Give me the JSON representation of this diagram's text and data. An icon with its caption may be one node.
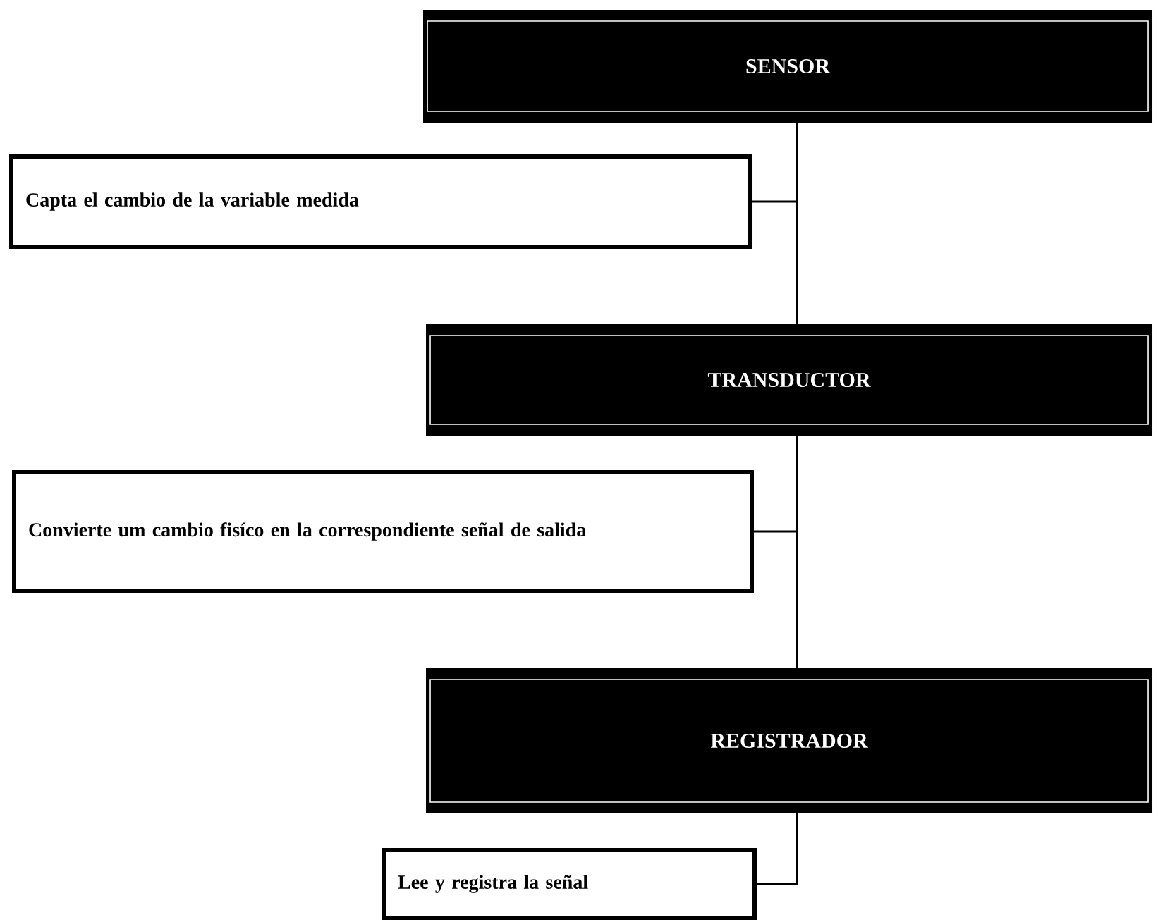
{
  "diagram": {
    "nodes": [
      {
        "text": [
          "SENSOR"
        ]
      },
      {
        "text": [
          "Capta el cambio de la variable medida"
        ]
      },
      {
        "text": [
          "TRANSDUCTOR"
        ]
      },
      {
        "text": [
          "Convierte um cambio fisíco en la correspondiente señal de salida"
        ]
      },
      {
        "text": [
          "REGISTRADOR"
        ]
      },
      {
        "text": [
          "Lee y registra la señal"
        ]
      }
    ],
    "edges": [
      {
        "from": 0,
        "to": 1,
        "arrow": "none"
      },
      {
        "from": 0,
        "to": 2,
        "arrow": "none"
      },
      {
        "from": 2,
        "to": 3,
        "arrow": "none"
      },
      {
        "from": 2,
        "to": 4,
        "arrow": "none"
      },
      {
        "from": 4,
        "to": 5,
        "arrow": "none"
      }
    ]
  }
}
